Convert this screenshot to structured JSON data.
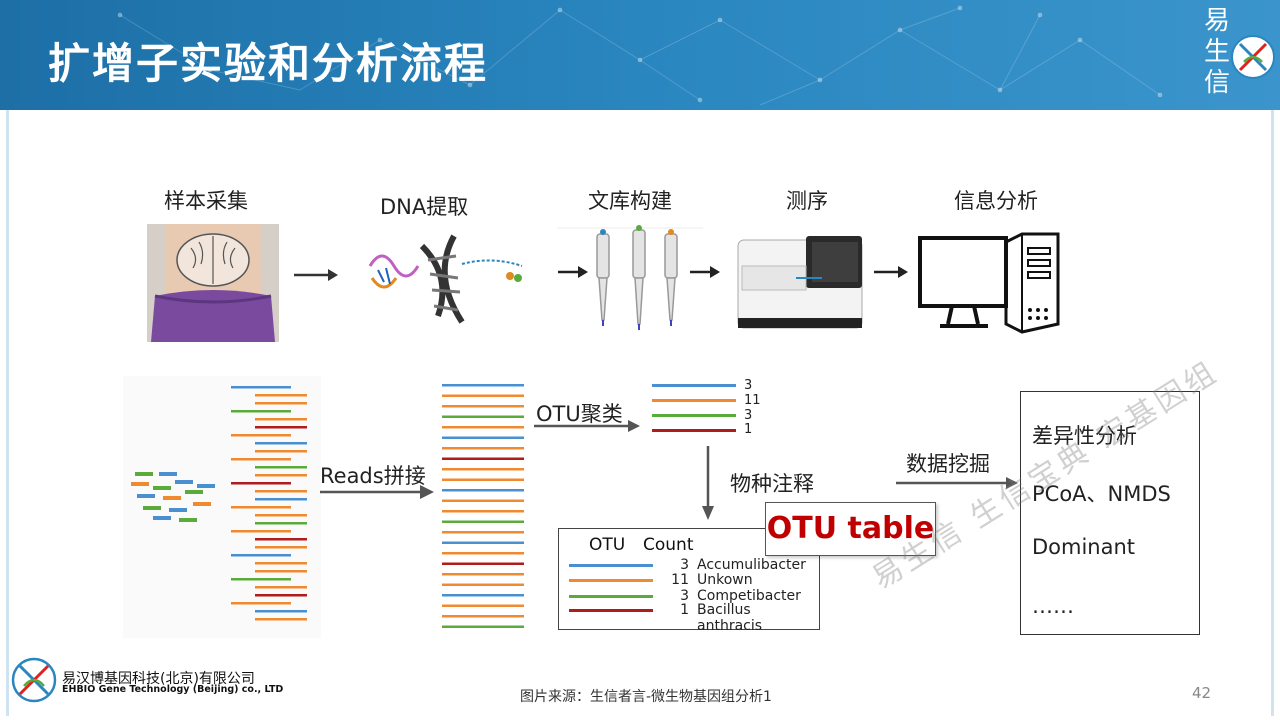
{
  "header": {
    "title": "扩增子实验和分析流程",
    "brand_chars": [
      "易",
      "生",
      "信"
    ]
  },
  "workflow": {
    "steps": [
      {
        "label": "样本采集"
      },
      {
        "label": "DNA提取"
      },
      {
        "label": "文库构建"
      },
      {
        "label": "测序"
      },
      {
        "label": "信息分析"
      }
    ]
  },
  "analysis": {
    "reads_label": "Reads拼接",
    "otu_cluster_label": "OTU聚类",
    "species_label": "物种注释",
    "mining_label": "数据挖掘",
    "otu_small_counts": [
      "3",
      "11",
      "3",
      "1"
    ],
    "otu_table": {
      "header_otu": "OTU",
      "header_count": "Count",
      "rows": [
        {
          "count": "3",
          "name": "Accumulibacter",
          "color": "#4a90d0"
        },
        {
          "count": "11",
          "name": "Unkown",
          "color": "#f08a30"
        },
        {
          "count": "3",
          "name": "Competibacter",
          "color": "#5aaa3c"
        },
        {
          "count": "1",
          "name": "Bacillus anthracis",
          "color": "#b01c1c"
        }
      ]
    },
    "otu_badge": "OTU table",
    "results": [
      "差异性分析",
      "PCoA、NMDS",
      "Dominant",
      "……"
    ]
  },
  "watermark": "易生信  生信宝典  宏基因组",
  "footer": {
    "company_cn": "易汉博基因科技(北京)有限公司",
    "company_en": "EHBIO Gene Technology (Beijing) co., LTD",
    "source": "图片来源：生信者言-微生物基因组分析1",
    "page_number": "42"
  },
  "colors": {
    "header_blue": "#2a86bf",
    "read_blue": "#4a90d0",
    "read_orange": "#f08a30",
    "read_green": "#5aaa3c",
    "read_red": "#b01c1c",
    "accent_red": "#c00000"
  }
}
